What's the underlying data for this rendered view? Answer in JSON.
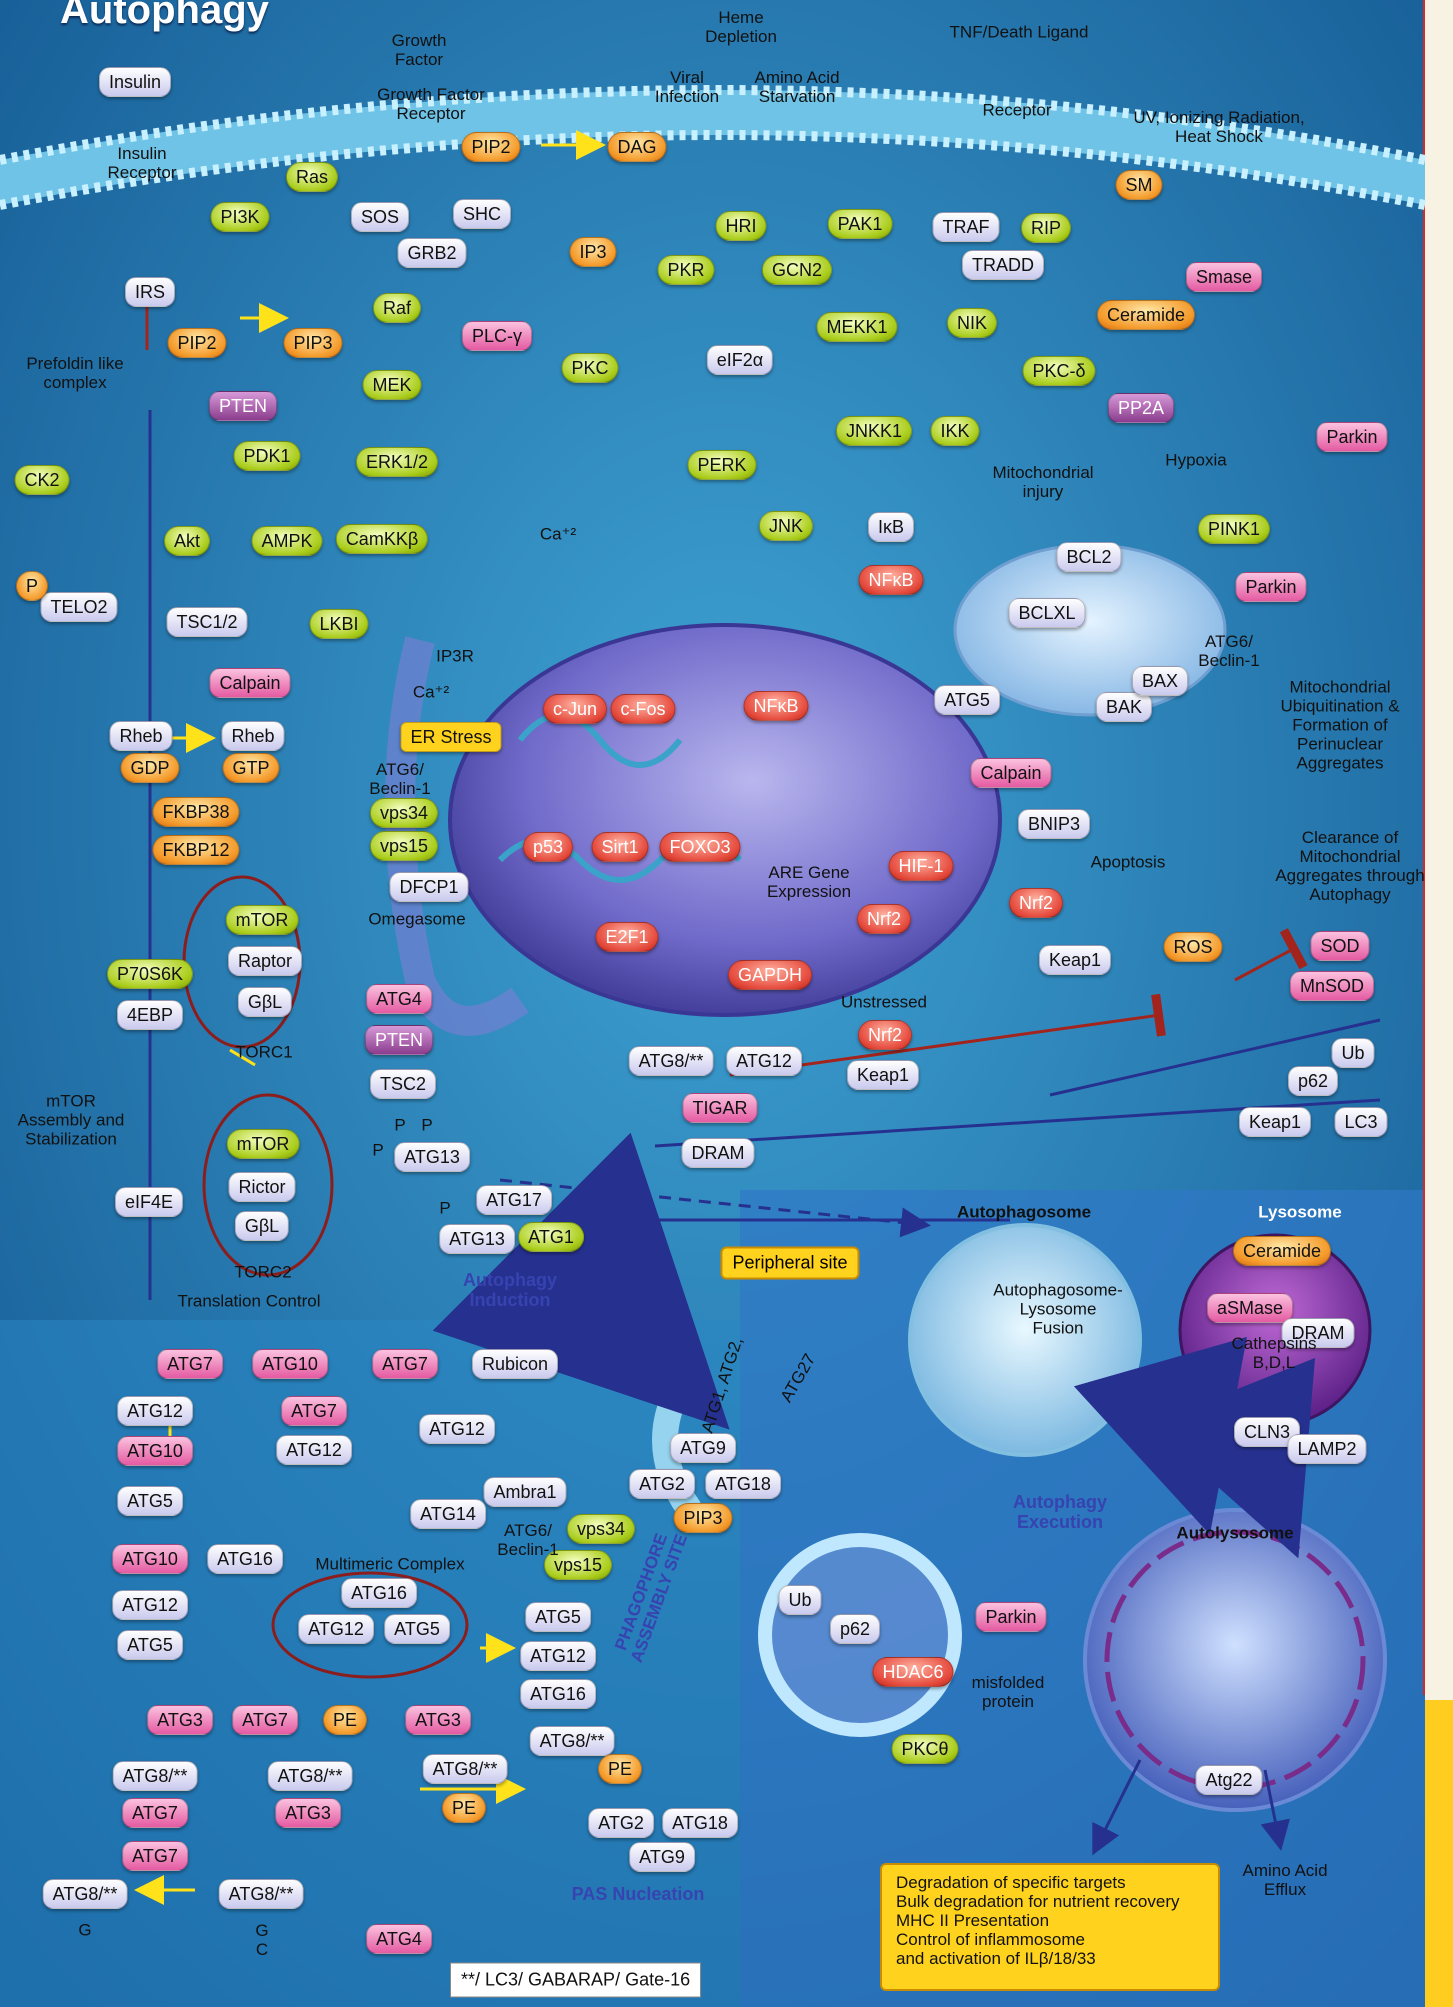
{
  "title": "Autophagy",
  "colors": {
    "lavender": "#d6d6f2",
    "green": "#a9cc19",
    "pink": "#e45aa2",
    "red": "#e54b3d",
    "orange": "#f49a2a",
    "purple": "#8a3d8d",
    "yellow": "#ffd21e"
  },
  "nodes": [
    {
      "id": "insulin",
      "text": "Insulin",
      "kind": "lav"
    },
    {
      "id": "pi3k",
      "text": "PI3K",
      "kind": "grn"
    },
    {
      "id": "ras",
      "text": "Ras",
      "kind": "grn"
    },
    {
      "id": "sos",
      "text": "SOS",
      "kind": "lav"
    },
    {
      "id": "shc",
      "text": "SHC",
      "kind": "lav"
    },
    {
      "id": "grb2",
      "text": "GRB2",
      "kind": "lav"
    },
    {
      "id": "pip2_top",
      "text": "PIP2",
      "kind": "org"
    },
    {
      "id": "dag",
      "text": "DAG",
      "kind": "org"
    },
    {
      "id": "ip3",
      "text": "IP3",
      "kind": "org"
    },
    {
      "id": "irs",
      "text": "IRS",
      "kind": "lav"
    },
    {
      "id": "raf",
      "text": "Raf",
      "kind": "grn"
    },
    {
      "id": "plcg",
      "text": "PLC-γ",
      "kind": "pnk"
    },
    {
      "id": "pip2",
      "text": "PIP2",
      "kind": "org"
    },
    {
      "id": "pip3",
      "text": "PIP3",
      "kind": "org"
    },
    {
      "id": "mek",
      "text": "MEK",
      "kind": "grn"
    },
    {
      "id": "pten_top",
      "text": "PTEN",
      "kind": "pur"
    },
    {
      "id": "erk",
      "text": "ERK1/2",
      "kind": "grn"
    },
    {
      "id": "pdk1",
      "text": "PDK1",
      "kind": "grn"
    },
    {
      "id": "ck2",
      "text": "CK2",
      "kind": "grn"
    },
    {
      "id": "akt",
      "text": "Akt",
      "kind": "grn"
    },
    {
      "id": "ampk",
      "text": "AMPK",
      "kind": "grn"
    },
    {
      "id": "camkkb",
      "text": "CamKKβ",
      "kind": "grn"
    },
    {
      "id": "telo2",
      "text": "TELO2",
      "kind": "lav"
    },
    {
      "id": "p_telo",
      "text": "P",
      "kind": "org"
    },
    {
      "id": "tsc12",
      "text": "TSC1/2",
      "kind": "lav"
    },
    {
      "id": "lkbi",
      "text": "LKBI",
      "kind": "grn"
    },
    {
      "id": "calpain_l",
      "text": "Calpain",
      "kind": "pnk"
    },
    {
      "id": "rheb1",
      "text": "Rheb",
      "kind": "lav"
    },
    {
      "id": "rheb2",
      "text": "Rheb",
      "kind": "lav"
    },
    {
      "id": "gdp",
      "text": "GDP",
      "kind": "org"
    },
    {
      "id": "gtp",
      "text": "GTP",
      "kind": "org"
    },
    {
      "id": "fkbp38",
      "text": "FKBP38",
      "kind": "org"
    },
    {
      "id": "fkbp12",
      "text": "FKBP12",
      "kind": "org"
    },
    {
      "id": "mtor1",
      "text": "mTOR",
      "kind": "grn"
    },
    {
      "id": "raptor",
      "text": "Raptor",
      "kind": "lav"
    },
    {
      "id": "gbl1",
      "text": "GβL",
      "kind": "lav"
    },
    {
      "id": "p70s6k",
      "text": "P70S6K",
      "kind": "grn"
    },
    {
      "id": "4ebp",
      "text": "4EBP",
      "kind": "lav"
    },
    {
      "id": "mtor2",
      "text": "mTOR",
      "kind": "grn"
    },
    {
      "id": "rictor",
      "text": "Rictor",
      "kind": "lav"
    },
    {
      "id": "gbl2",
      "text": "GβL",
      "kind": "lav"
    },
    {
      "id": "eif4e",
      "text": "eIF4E",
      "kind": "lav"
    },
    {
      "id": "pkc",
      "text": "PKC",
      "kind": "grn"
    },
    {
      "id": "hri",
      "text": "HRI",
      "kind": "grn"
    },
    {
      "id": "pkr",
      "text": "PKR",
      "kind": "grn"
    },
    {
      "id": "gcn2",
      "text": "GCN2",
      "kind": "grn"
    },
    {
      "id": "eif2a",
      "text": "eIF2α",
      "kind": "lav"
    },
    {
      "id": "perk",
      "text": "PERK",
      "kind": "grn"
    },
    {
      "id": "jnk",
      "text": "JNK",
      "kind": "grn"
    },
    {
      "id": "pak1",
      "text": "PAK1",
      "kind": "grn"
    },
    {
      "id": "mekk1",
      "text": "MEKK1",
      "kind": "grn"
    },
    {
      "id": "jnkk1",
      "text": "JNKK1",
      "kind": "grn"
    },
    {
      "id": "traf",
      "text": "TRAF",
      "kind": "lav"
    },
    {
      "id": "rip",
      "text": "RIP",
      "kind": "grn"
    },
    {
      "id": "tradd",
      "text": "TRADD",
      "kind": "lav"
    },
    {
      "id": "nik",
      "text": "NIK",
      "kind": "grn"
    },
    {
      "id": "ikk",
      "text": "IKK",
      "kind": "grn"
    },
    {
      "id": "pkcd",
      "text": "PKC-δ",
      "kind": "grn"
    },
    {
      "id": "sm",
      "text": "SM",
      "kind": "org"
    },
    {
      "id": "smase",
      "text": "Smase",
      "kind": "pnk"
    },
    {
      "id": "ceramide",
      "text": "Ceramide",
      "kind": "org"
    },
    {
      "id": "pp2a",
      "text": "PP2A",
      "kind": "pur"
    },
    {
      "id": "parkin1",
      "text": "Parkin",
      "kind": "pnk"
    },
    {
      "id": "pink1",
      "text": "PINK1",
      "kind": "grn"
    },
    {
      "id": "parkin2",
      "text": "Parkin",
      "kind": "pnk"
    },
    {
      "id": "ikb",
      "text": "IκB",
      "kind": "lav"
    },
    {
      "id": "nfkb1",
      "text": "NFκB",
      "kind": "red"
    },
    {
      "id": "bcl2",
      "text": "BCL2",
      "kind": "lav"
    },
    {
      "id": "bclxl",
      "text": "BCLXL",
      "kind": "lav"
    },
    {
      "id": "bak",
      "text": "BAK",
      "kind": "lav"
    },
    {
      "id": "bax",
      "text": "BAX",
      "kind": "lav"
    },
    {
      "id": "atg5_r",
      "text": "ATG5",
      "kind": "lav"
    },
    {
      "id": "calpain_r",
      "text": "Calpain",
      "kind": "pnk"
    },
    {
      "id": "bnip3",
      "text": "BNIP3",
      "kind": "lav"
    },
    {
      "id": "cjun",
      "text": "c-Jun",
      "kind": "red"
    },
    {
      "id": "cfos",
      "text": "c-Fos",
      "kind": "red"
    },
    {
      "id": "nfkb2",
      "text": "NFκB",
      "kind": "red"
    },
    {
      "id": "er_stress",
      "text": "ER Stress",
      "kind": "ylw"
    },
    {
      "id": "vps34_a",
      "text": "vps34",
      "kind": "grn"
    },
    {
      "id": "vps15_a",
      "text": "vps15",
      "kind": "grn"
    },
    {
      "id": "dfcp1",
      "text": "DFCP1",
      "kind": "lav"
    },
    {
      "id": "p53",
      "text": "p53",
      "kind": "red"
    },
    {
      "id": "sirt1",
      "text": "Sirt1",
      "kind": "red"
    },
    {
      "id": "foxo3",
      "text": "FOXO3",
      "kind": "red"
    },
    {
      "id": "hif1",
      "text": "HIF-1",
      "kind": "red"
    },
    {
      "id": "nrf2_a",
      "text": "Nrf2",
      "kind": "red"
    },
    {
      "id": "nrf2_b",
      "text": "Nrf2",
      "kind": "red"
    },
    {
      "id": "e2f1",
      "text": "E2F1",
      "kind": "red"
    },
    {
      "id": "gapdh",
      "text": "GAPDH",
      "kind": "red"
    },
    {
      "id": "keap1_a",
      "text": "Keap1",
      "kind": "lav"
    },
    {
      "id": "ros",
      "text": "ROS",
      "kind": "org"
    },
    {
      "id": "sod",
      "text": "SOD",
      "kind": "pnk"
    },
    {
      "id": "mnsod",
      "text": "MnSOD",
      "kind": "pnk"
    },
    {
      "id": "nrf2_c",
      "text": "Nrf2",
      "kind": "red"
    },
    {
      "id": "keap1_b",
      "text": "Keap1",
      "kind": "lav"
    },
    {
      "id": "atg4_a",
      "text": "ATG4",
      "kind": "pnk"
    },
    {
      "id": "pten_b",
      "text": "PTEN",
      "kind": "pur"
    },
    {
      "id": "tsc2",
      "text": "TSC2",
      "kind": "lav"
    },
    {
      "id": "atg8_a",
      "text": "ATG8/**",
      "kind": "lav"
    },
    {
      "id": "atg12_a",
      "text": "ATG12",
      "kind": "lav"
    },
    {
      "id": "tigar",
      "text": "TIGAR",
      "kind": "pnk"
    },
    {
      "id": "dram",
      "text": "DRAM",
      "kind": "lav"
    },
    {
      "id": "p62_a",
      "text": "p62",
      "kind": "lav"
    },
    {
      "id": "ub_a",
      "text": "Ub",
      "kind": "lav"
    },
    {
      "id": "keap1_c",
      "text": "Keap1",
      "kind": "lav"
    },
    {
      "id": "lc3",
      "text": "LC3",
      "kind": "lav"
    },
    {
      "id": "atg13_a",
      "text": "ATG13",
      "kind": "lav"
    },
    {
      "id": "atg17",
      "text": "ATG17",
      "kind": "lav"
    },
    {
      "id": "atg13_b",
      "text": "ATG13",
      "kind": "lav"
    },
    {
      "id": "atg1",
      "text": "ATG1",
      "kind": "grn"
    },
    {
      "id": "atg7_1",
      "text": "ATG7",
      "kind": "pnk"
    },
    {
      "id": "atg10_1",
      "text": "ATG10",
      "kind": "pnk"
    },
    {
      "id": "atg7_2",
      "text": "ATG7",
      "kind": "pnk"
    },
    {
      "id": "atg12_1",
      "text": "ATG12",
      "kind": "lav"
    },
    {
      "id": "atg10_2",
      "text": "ATG10",
      "kind": "pnk"
    },
    {
      "id": "atg7_3",
      "text": "ATG7",
      "kind": "pnk"
    },
    {
      "id": "atg12_2",
      "text": "ATG12",
      "kind": "lav"
    },
    {
      "id": "atg12_3",
      "text": "ATG12",
      "kind": "lav"
    },
    {
      "id": "rubicon",
      "text": "Rubicon",
      "kind": "lav"
    },
    {
      "id": "atg5_1",
      "text": "ATG5",
      "kind": "lav"
    },
    {
      "id": "atg10_3",
      "text": "ATG10",
      "kind": "pnk"
    },
    {
      "id": "atg16_1",
      "text": "ATG16",
      "kind": "lav"
    },
    {
      "id": "atg12_4",
      "text": "ATG12",
      "kind": "lav"
    },
    {
      "id": "atg5_2",
      "text": "ATG5",
      "kind": "lav"
    },
    {
      "id": "atg16_2",
      "text": "ATG16",
      "kind": "lav"
    },
    {
      "id": "atg12_5",
      "text": "ATG12",
      "kind": "lav"
    },
    {
      "id": "atg5_3",
      "text": "ATG5",
      "kind": "lav"
    },
    {
      "id": "ambra1",
      "text": "Ambra1",
      "kind": "lav"
    },
    {
      "id": "atg14",
      "text": "ATG14",
      "kind": "lav"
    },
    {
      "id": "vps34_b",
      "text": "vps34",
      "kind": "grn"
    },
    {
      "id": "vps15_b",
      "text": "vps15",
      "kind": "grn"
    },
    {
      "id": "atg9_a",
      "text": "ATG9",
      "kind": "lav"
    },
    {
      "id": "atg2_a",
      "text": "ATG2",
      "kind": "lav"
    },
    {
      "id": "atg18_a",
      "text": "ATG18",
      "kind": "lav"
    },
    {
      "id": "pip3_b",
      "text": "PIP3",
      "kind": "org"
    },
    {
      "id": "atg5_4",
      "text": "ATG5",
      "kind": "lav"
    },
    {
      "id": "atg12_6",
      "text": "ATG12",
      "kind": "lav"
    },
    {
      "id": "atg16_3",
      "text": "ATG16",
      "kind": "lav"
    },
    {
      "id": "atg8_b",
      "text": "ATG8/**",
      "kind": "lav"
    },
    {
      "id": "pe_a",
      "text": "PE",
      "kind": "org"
    },
    {
      "id": "atg2_b",
      "text": "ATG2",
      "kind": "lav"
    },
    {
      "id": "atg18_b",
      "text": "ATG18",
      "kind": "lav"
    },
    {
      "id": "atg9_b",
      "text": "ATG9",
      "kind": "lav"
    },
    {
      "id": "atg3_1",
      "text": "ATG3",
      "kind": "pnk"
    },
    {
      "id": "atg7_4",
      "text": "ATG7",
      "kind": "pnk"
    },
    {
      "id": "pe_b",
      "text": "PE",
      "kind": "org"
    },
    {
      "id": "atg3_2",
      "text": "ATG3",
      "kind": "pnk"
    },
    {
      "id": "atg8_c",
      "text": "ATG8/**",
      "kind": "lav"
    },
    {
      "id": "atg8_d",
      "text": "ATG8/**",
      "kind": "lav"
    },
    {
      "id": "atg8_e",
      "text": "ATG8/**",
      "kind": "lav"
    },
    {
      "id": "pe_c",
      "text": "PE",
      "kind": "org"
    },
    {
      "id": "atg7_5",
      "text": "ATG7",
      "kind": "pnk"
    },
    {
      "id": "atg3_3",
      "text": "ATG3",
      "kind": "pnk"
    },
    {
      "id": "atg7_6",
      "text": "ATG7",
      "kind": "pnk"
    },
    {
      "id": "atg8_f",
      "text": "ATG8/**",
      "kind": "lav"
    },
    {
      "id": "atg8_g",
      "text": "ATG8/**",
      "kind": "lav"
    },
    {
      "id": "atg4_b",
      "text": "ATG4",
      "kind": "pnk"
    },
    {
      "id": "ub_b",
      "text": "Ub",
      "kind": "lav"
    },
    {
      "id": "p62_b",
      "text": "p62",
      "kind": "lav"
    },
    {
      "id": "parkin3",
      "text": "Parkin",
      "kind": "pnk"
    },
    {
      "id": "hdac6",
      "text": "HDAC6",
      "kind": "red"
    },
    {
      "id": "pkctheta",
      "text": "PKCθ",
      "kind": "grn"
    },
    {
      "id": "ceramide_l",
      "text": "Ceramide",
      "kind": "org"
    },
    {
      "id": "asmase",
      "text": "aSMase",
      "kind": "pnk"
    },
    {
      "id": "dram_l",
      "text": "DRAM",
      "kind": "lav"
    },
    {
      "id": "cln3",
      "text": "CLN3",
      "kind": "lav"
    },
    {
      "id": "lamp2",
      "text": "LAMP2",
      "kind": "lav"
    },
    {
      "id": "atg22",
      "text": "Atg22",
      "kind": "lav"
    }
  ],
  "labels": [
    {
      "id": "lbl_growth_factor",
      "text": "Growth\nFactor"
    },
    {
      "id": "lbl_gf_receptor",
      "text": "Growth Factor\nReceptor"
    },
    {
      "id": "lbl_insulin_receptor",
      "text": "Insulin\nReceptor"
    },
    {
      "id": "lbl_heme",
      "text": "Heme\nDepletion"
    },
    {
      "id": "lbl_viral",
      "text": "Viral\nInfection"
    },
    {
      "id": "lbl_amino",
      "text": "Amino Acid\nStarvation"
    },
    {
      "id": "lbl_tnf",
      "text": "TNF/Death Ligand"
    },
    {
      "id": "lbl_receptor",
      "text": "Receptor"
    },
    {
      "id": "lbl_uv",
      "text": "UV, Ionizing Radiation,\nHeat Shock"
    },
    {
      "id": "lbl_prefoldin",
      "text": "Prefoldin like\ncomplex"
    },
    {
      "id": "lbl_mito_injury",
      "text": "Mitochondrial\ninjury"
    },
    {
      "id": "lbl_hypoxia",
      "text": "Hypoxia"
    },
    {
      "id": "lbl_atg6_beclin_r",
      "text": "ATG6/\nBeclin-1"
    },
    {
      "id": "lbl_ca_a",
      "text": "Ca⁺²"
    },
    {
      "id": "lbl_ip3r",
      "text": "IP3R"
    },
    {
      "id": "lbl_ca_b",
      "text": "Ca⁺²"
    },
    {
      "id": "lbl_atg6_beclin_a",
      "text": "ATG6/\nBeclin-1"
    },
    {
      "id": "lbl_omegasome",
      "text": "Omegasome"
    },
    {
      "id": "lbl_mito_ub",
      "text": "Mitochondrial\nUbiquitination &\nFormation of\nPerinuclear\nAggregates"
    },
    {
      "id": "lbl_clearance",
      "text": "Clearance of\nMitochondrial\nAggregates through\nAutophagy"
    },
    {
      "id": "lbl_apoptosis",
      "text": "Apoptosis"
    },
    {
      "id": "lbl_are",
      "text": "ARE Gene\nExpression"
    },
    {
      "id": "lbl_unstressed",
      "text": "Unstressed"
    },
    {
      "id": "lbl_torc1",
      "text": "TORC1"
    },
    {
      "id": "lbl_torc2",
      "text": "TORC2"
    },
    {
      "id": "lbl_mtor_assembly",
      "text": "mTOR\nAssembly and\nStabilization"
    },
    {
      "id": "lbl_translation",
      "text": "Translation Control"
    },
    {
      "id": "lbl_multimeric",
      "text": "Multimeric Complex"
    },
    {
      "id": "lbl_atg6_beclin_b",
      "text": "ATG6/\nBeclin-1"
    },
    {
      "id": "lbl_g1",
      "text": "G"
    },
    {
      "id": "lbl_gc",
      "text": "G\nC"
    },
    {
      "id": "lbl_autophagosome",
      "text": "Autophagosome"
    },
    {
      "id": "lbl_lysosome",
      "text": "Lysosome"
    },
    {
      "id": "lbl_fusion",
      "text": "Autophagosome-\nLysosome\nFusion"
    },
    {
      "id": "lbl_cathepsins",
      "text": "Cathepsins\nB,D,L"
    },
    {
      "id": "lbl_autolysosome",
      "text": "Autolysosome"
    },
    {
      "id": "lbl_misfolded",
      "text": "misfolded\nprotein"
    },
    {
      "id": "lbl_amino_efflux",
      "text": "Amino Acid\nEfflux"
    },
    {
      "id": "lbl_atg1_atg2",
      "text": "ATG1, ATG2,"
    },
    {
      "id": "lbl_atg27",
      "text": "ATG27"
    },
    {
      "id": "lbl_pas_site",
      "text": "PHAGOPHORE\nASSEMBLY SITE"
    },
    {
      "id": "lbl_p_a",
      "text": "P"
    },
    {
      "id": "lbl_p_b",
      "text": "P"
    },
    {
      "id": "lbl_p_c",
      "text": "P"
    },
    {
      "id": "lbl_p_d",
      "text": "P"
    }
  ],
  "stage_labels": {
    "induction": "Autophagy\nInduction",
    "execution": "Autophagy\nExecution",
    "pas_nucleation": "PAS Nucleation"
  },
  "peripheral_site": "Peripheral site",
  "legend": {
    "lines": [
      "Degradation of specific targets",
      "Bulk degradation for nutrient recovery",
      "MHC II Presentation",
      "Control of inflammosome",
      "and activation of ILβ/18/33"
    ]
  },
  "footnote": "**/ LC3/ GABARAP/ Gate-16"
}
